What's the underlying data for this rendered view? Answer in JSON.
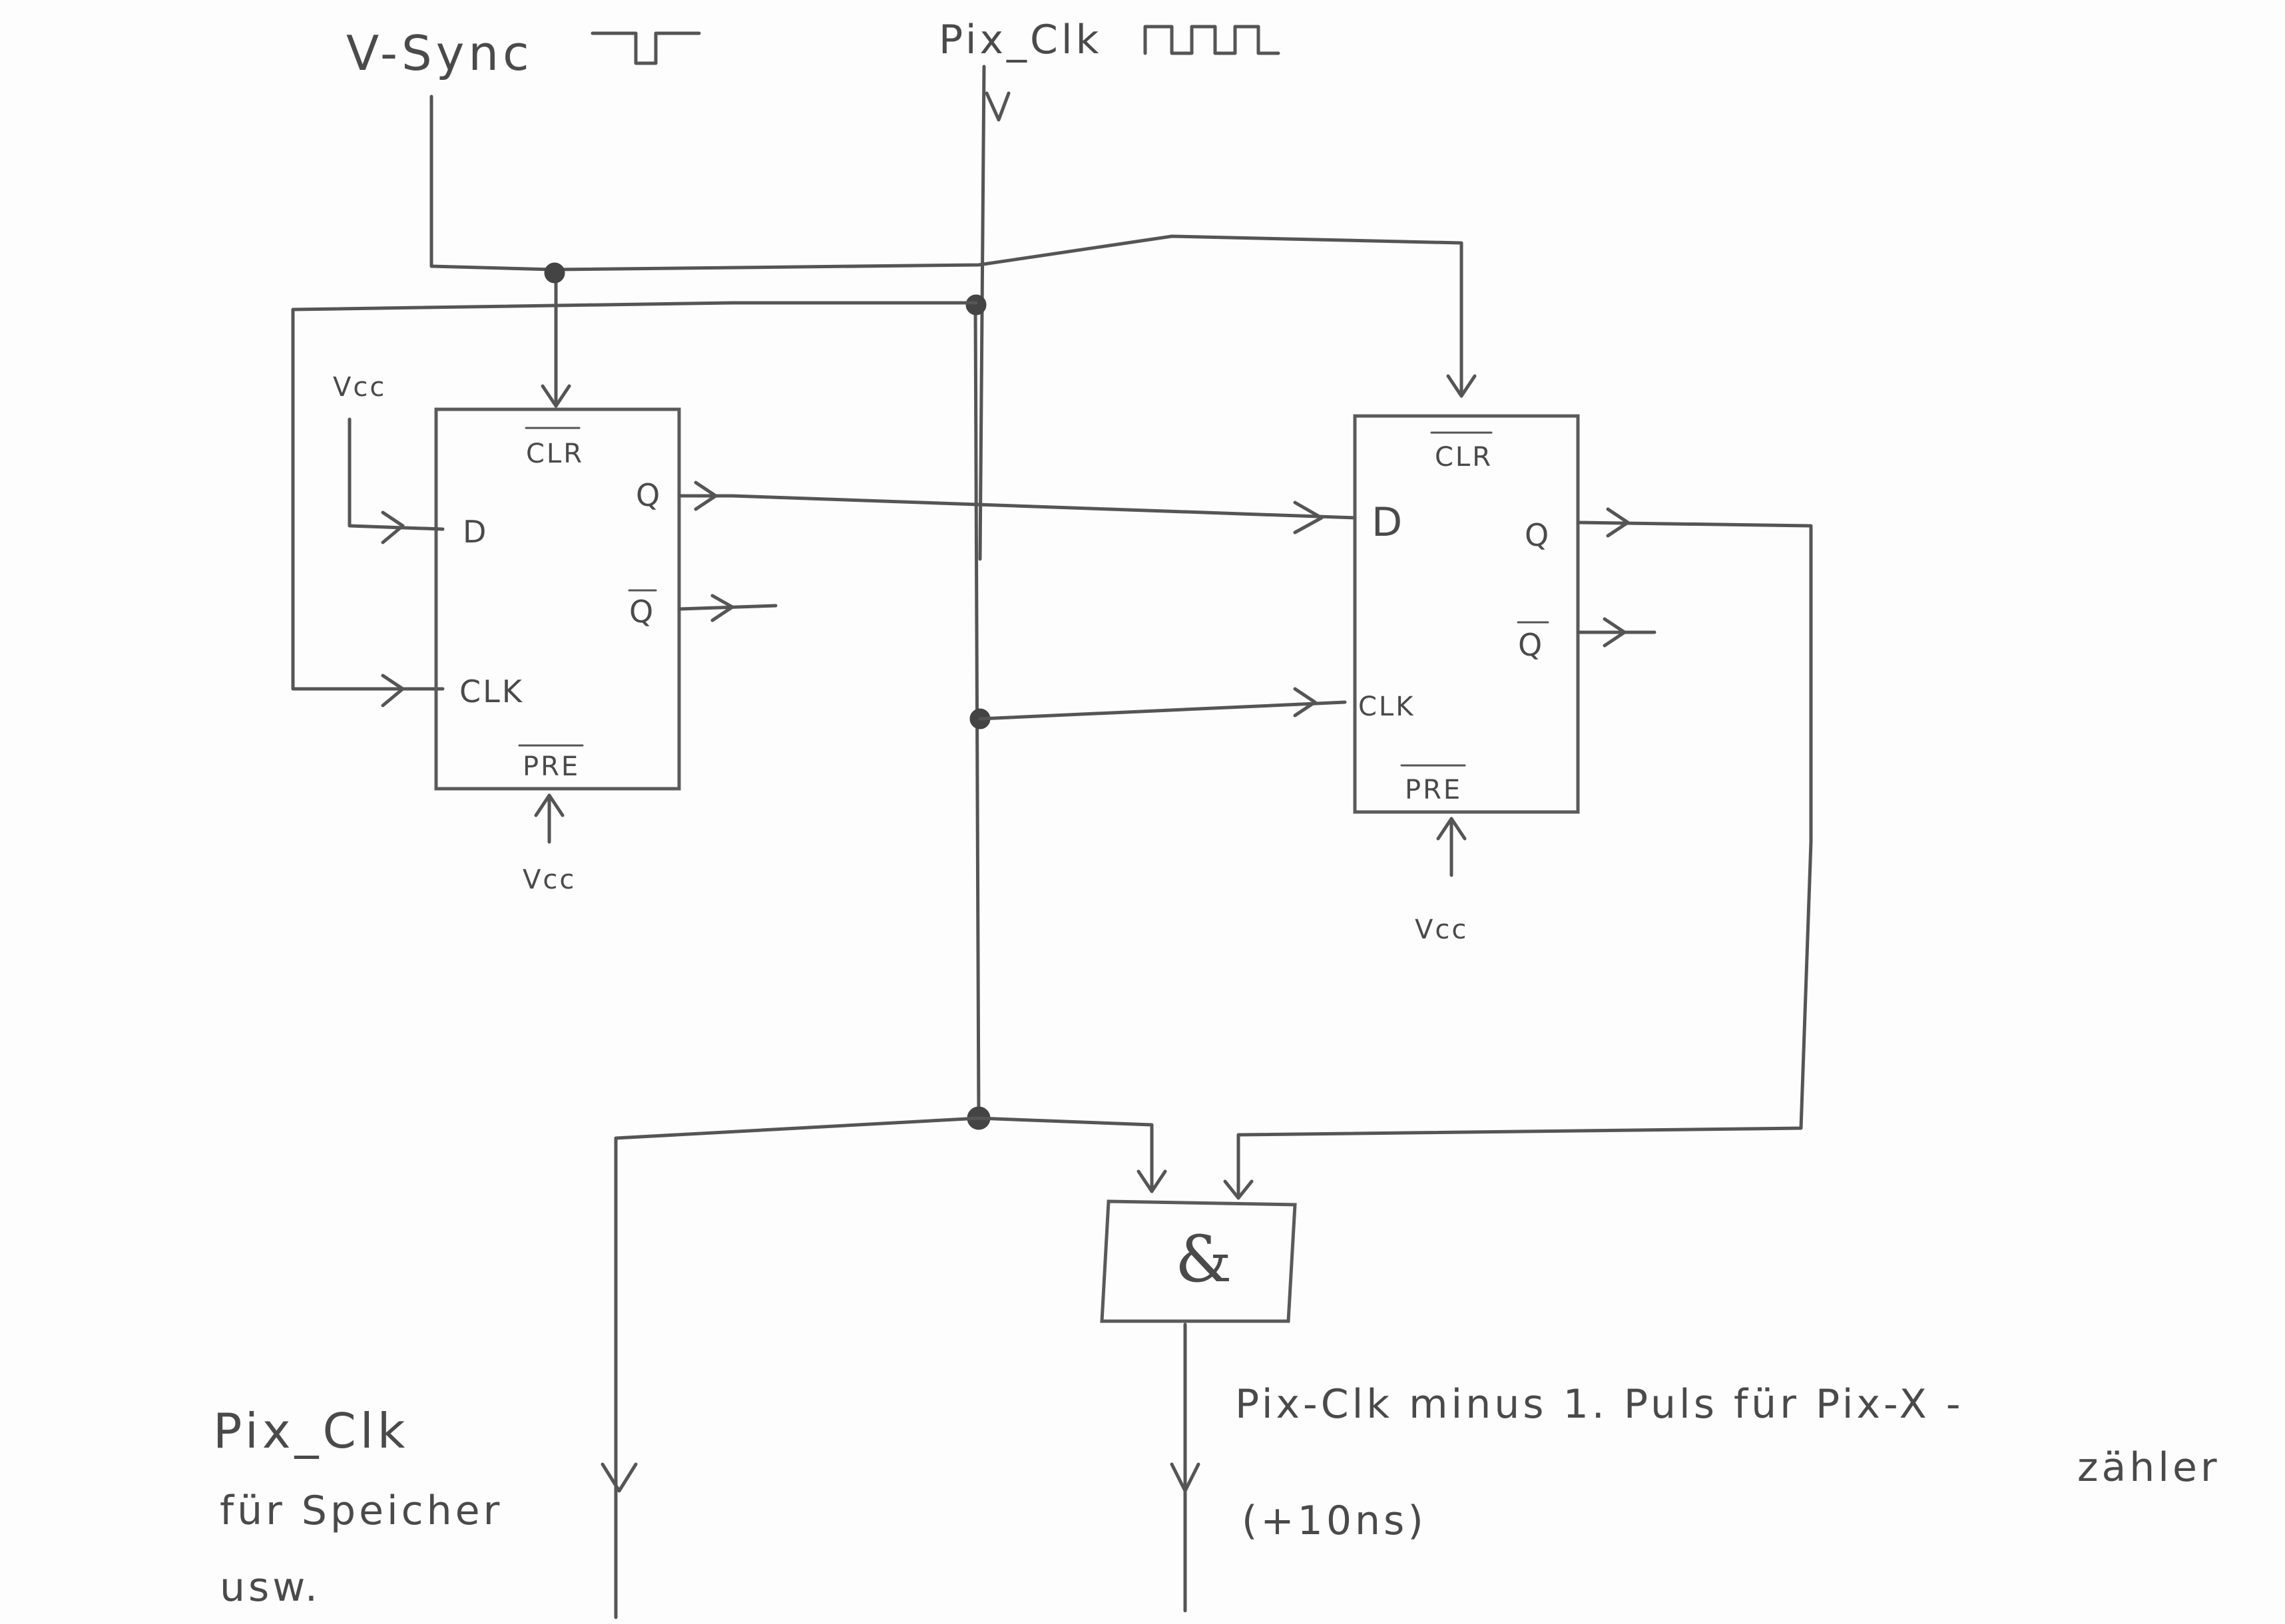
{
  "inputs": {
    "vsync_label": "V-Sync",
    "pixclk_label": "Pix_Clk"
  },
  "flipflop_1": {
    "clr": "CLR",
    "d": "D",
    "q": "Q",
    "qbar": "Q",
    "clk": "CLK",
    "pre": "PRE",
    "vcc_d": "Vcc",
    "vcc_pre": "Vcc"
  },
  "flipflop_2": {
    "clr": "CLR",
    "d": "D",
    "q": "Q",
    "qbar": "Q",
    "clk": "CLK",
    "pre": "PRE",
    "vcc_pre": "Vcc"
  },
  "and_gate": {
    "symbol": "&"
  },
  "outputs": {
    "left_line1": "Pix_Clk",
    "left_line2": "für Speicher",
    "left_line3": "usw.",
    "right_line1": "Pix-Clk   minus 1. Puls für Pix-X -",
    "right_line2": "zähler",
    "right_line3": "(+10ns)"
  },
  "colors": {
    "ink": "#4a4a4a",
    "paper": "#fdfdfd"
  }
}
